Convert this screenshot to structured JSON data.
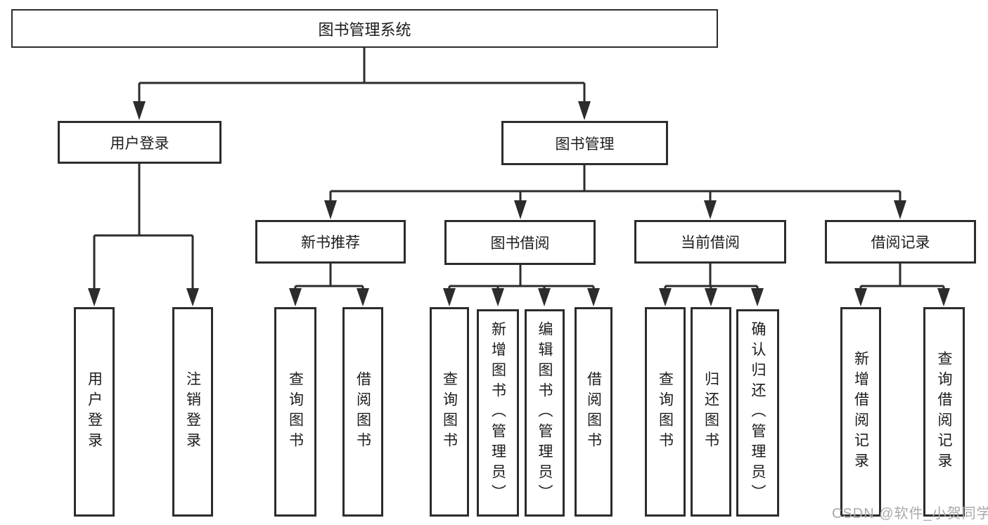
{
  "diagram": {
    "root": {
      "label": "图书管理系统"
    },
    "level2": [
      {
        "label": "用户登录"
      },
      {
        "label": "图书管理"
      }
    ],
    "level3": [
      {
        "label": "新书推荐"
      },
      {
        "label": "图书借阅"
      },
      {
        "label": "当前借阅"
      },
      {
        "label": "借阅记录"
      }
    ],
    "leaves": [
      {
        "label": "用户登录"
      },
      {
        "label": "注销登录"
      },
      {
        "label": "查询图书"
      },
      {
        "label": "借阅图书"
      },
      {
        "label": "查询图书"
      },
      {
        "label": "新增图书（管理员）"
      },
      {
        "label": "编辑图书（管理员）"
      },
      {
        "label": "借阅图书"
      },
      {
        "label": "查询图书"
      },
      {
        "label": "归还图书"
      },
      {
        "label": "确认归还（管理员）"
      },
      {
        "label": "新增借阅记录"
      },
      {
        "label": "查询借阅记录"
      }
    ],
    "colors": {
      "line": "#2c2c2c",
      "box_background": "#ffffff",
      "text": "#1c1c1c"
    }
  },
  "watermark": {
    "text": "CSDN @软件_小贺同学",
    "color": "#a9a9a9"
  }
}
